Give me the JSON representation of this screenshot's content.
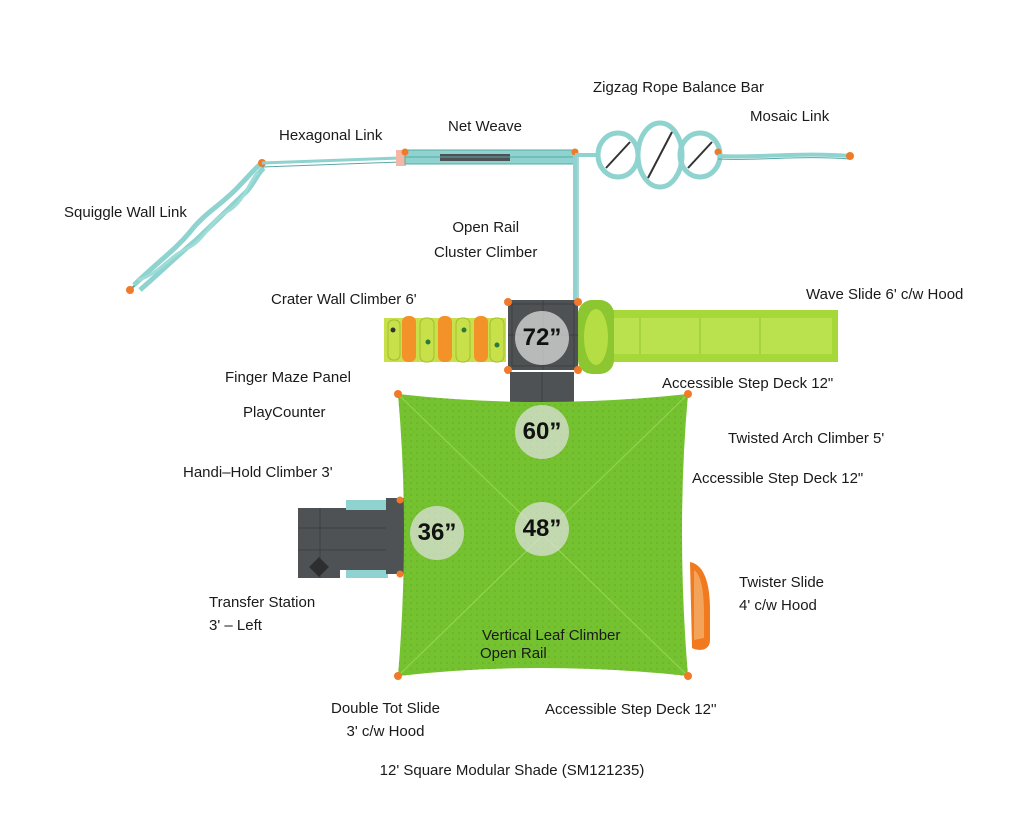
{
  "colors": {
    "rail": "#8ed3cf",
    "rail_dark": "#5aa8a4",
    "post_cap": "#f07a2a",
    "shade": "#74c22f",
    "shade_light": "#8fd13a",
    "deck": "#4f5254",
    "slide": "#a6d83a",
    "twister": "#f07a1d",
    "crater_orange": "#f4922a",
    "crater_green": "#c8e04a",
    "pink": "#f3b7a6"
  },
  "labels": {
    "zigzag": "Zigzag Rope Balance Bar",
    "mosaic": "Mosaic Link",
    "hexagonal": "Hexagonal Link",
    "net_weave": "Net Weave",
    "squiggle": "Squiggle Wall Link",
    "open_rail_1": "Open Rail",
    "cluster_climber": "Cluster Climber",
    "crater_wall": "Crater Wall Climber 6'",
    "wave_slide": "Wave Slide 6' c/w Hood",
    "finger_maze": "Finger Maze Panel",
    "step_deck_1": "Accessible Step Deck 12\"",
    "playcounter": "PlayCounter",
    "twisted_arch": "Twisted Arch Climber 5'",
    "handi_hold": "Handi–Hold Climber 3'",
    "step_deck_2": "Accessible Step Deck 12\"",
    "twister_1": "Twister Slide",
    "twister_2": "4' c/w Hood",
    "transfer_1": "Transfer Station",
    "transfer_2": "3' – Left",
    "leaf_1": "Vertical Leaf Climber",
    "leaf_2": "Open Rail",
    "tot_1": "Double Tot Slide",
    "tot_2": "3' c/w Hood",
    "step_deck_3": "Accessible Step Deck 12''",
    "caption": "12' Square Modular Shade (SM121235)"
  },
  "heights": {
    "h72": "72”",
    "h60": "60”",
    "h48": "48”",
    "h36": "36”"
  }
}
